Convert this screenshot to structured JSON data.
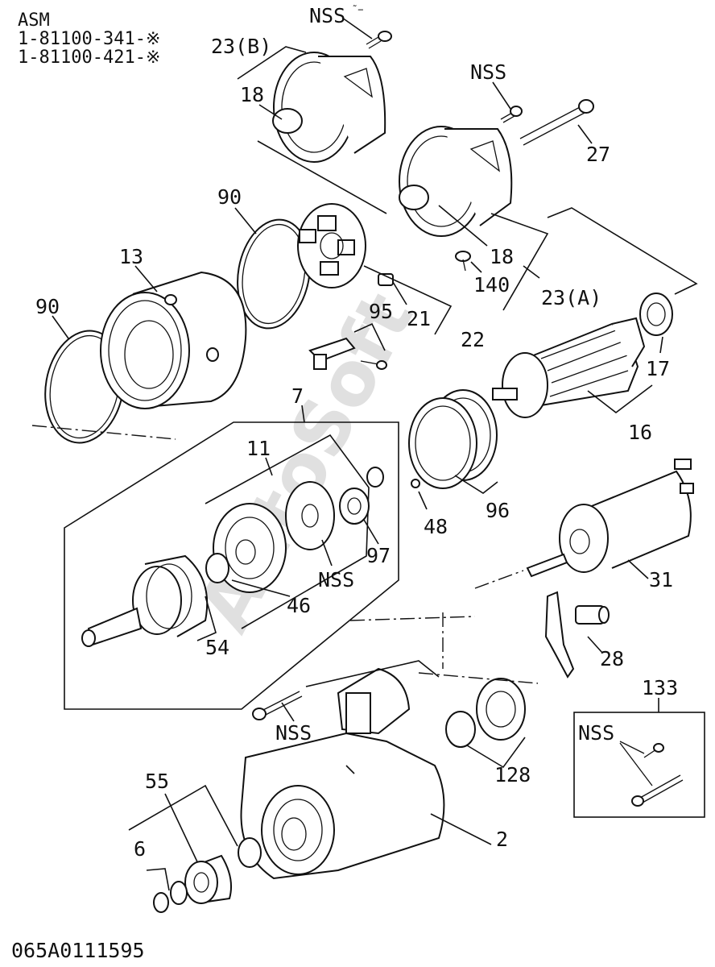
{
  "header": {
    "line1": "ASM",
    "line2": "1-81100-341-※",
    "line3": "1-81100-421-※"
  },
  "footer": {
    "code": "065A0111595"
  },
  "watermark": "AutoSoft",
  "labels": {
    "nss_top": "NSS",
    "nss_top_mark": "˜−",
    "p23b": "23(B)",
    "p18a": "18",
    "nss_bolt": "NSS",
    "p27": "27",
    "p90a": "90",
    "p13": "13",
    "p90b": "90",
    "p18b": "18",
    "p140": "140",
    "p23a": "23(A)",
    "p21": "21",
    "p22": "22",
    "p95": "95",
    "p17": "17",
    "p16": "16",
    "p7": "7",
    "p11": "11",
    "p48": "48",
    "p96": "96",
    "p97": "97",
    "nss_mid": "NSS",
    "p46": "46",
    "p31": "31",
    "p54": "54",
    "p28": "28",
    "p133": "133",
    "nss_box": "NSS",
    "nss_low": "NSS",
    "p128": "128",
    "p55": "55",
    "p2": "2",
    "p6": "6"
  }
}
